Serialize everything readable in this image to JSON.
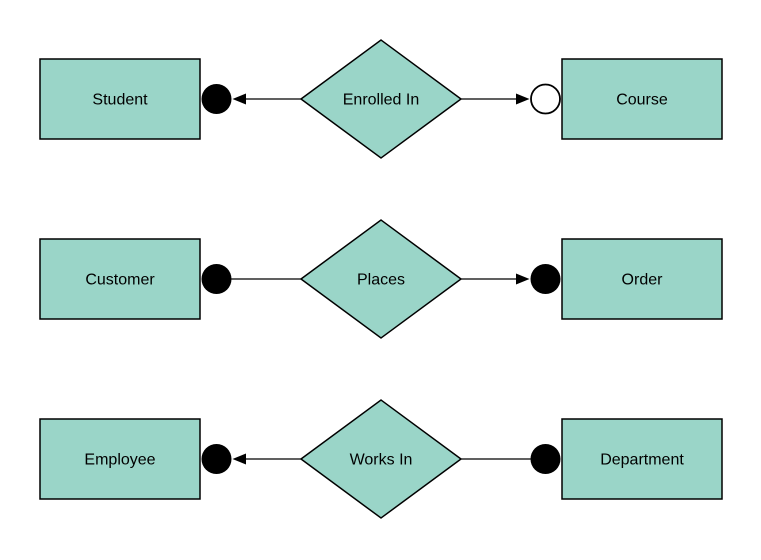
{
  "diagram": {
    "type": "entity-relationship",
    "background_color": "#ffffff",
    "node_fill_color": "#9ad5c8",
    "node_border_color": "#000000",
    "connector_color": "#000000",
    "text_color": "#000000",
    "rows": [
      {
        "left_entity": "Student",
        "relationship": "Enrolled In",
        "right_entity": "Course",
        "left_marker": "filled-circle",
        "right_marker": "open-circle",
        "left_connector": "arrow-pointing-left",
        "right_connector": "arrow-pointing-right"
      },
      {
        "left_entity": "Customer",
        "relationship": "Places",
        "right_entity": "Order",
        "left_marker": "filled-circle",
        "right_marker": "filled-circle",
        "left_connector": "plain-line",
        "right_connector": "arrow-pointing-right"
      },
      {
        "left_entity": "Employee",
        "relationship": "Works In",
        "right_entity": "Department",
        "left_marker": "filled-circle",
        "right_marker": "filled-circle",
        "left_connector": "arrow-pointing-left",
        "right_connector": "plain-line"
      }
    ]
  }
}
